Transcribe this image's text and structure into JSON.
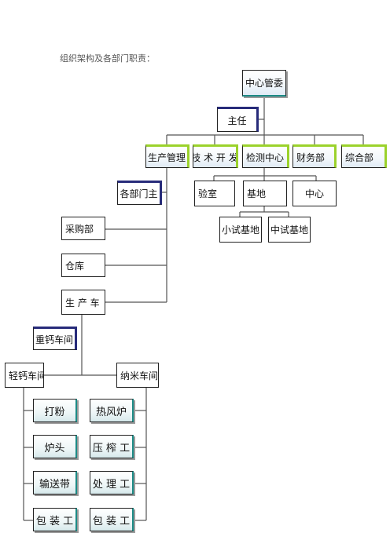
{
  "page": {
    "title": "组织架构及各部门职责："
  },
  "nodes": {
    "center_committee": "中心管委",
    "director": "主任",
    "production_mgmt": "生产管理",
    "tech_dev": "技 术 开 发",
    "testing_center": "检测中心",
    "finance": "财务部",
    "general": "综合部",
    "dept_heads": "各部门主",
    "lab": "验室",
    "base": "基地",
    "center": "中心",
    "pilot_base": "小试基地",
    "mid_base": "中试基地",
    "purchasing": "采购部",
    "warehouse": "仓库",
    "production_workshop": "生 产 车",
    "heavy_calcium": "重钙车间",
    "light_calcium": "轻钙车间",
    "nano_workshop": "纳米车间",
    "light_items": [
      "打粉",
      "炉头",
      "输送带",
      "包 装 工"
    ],
    "nano_items": [
      "热风炉",
      "压 榨 工",
      "处 理 工",
      "包 装 工"
    ]
  }
}
